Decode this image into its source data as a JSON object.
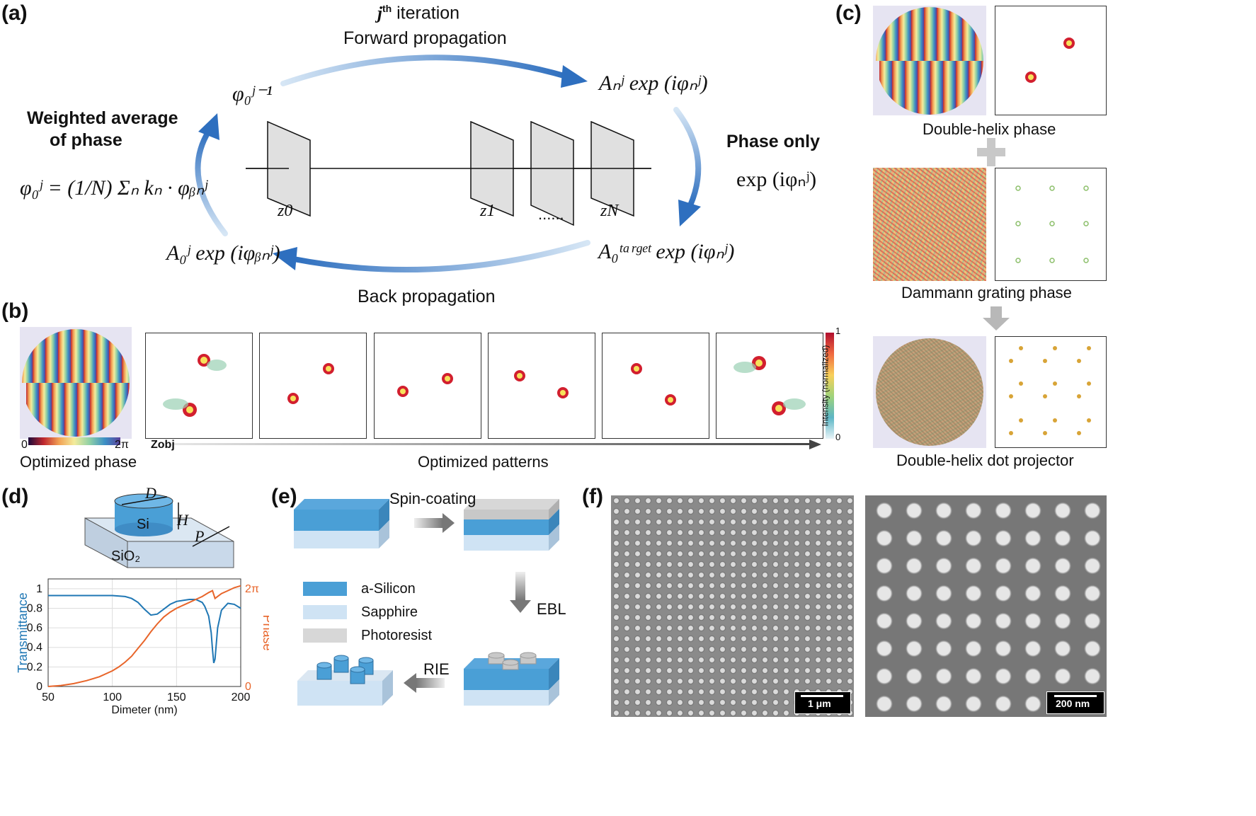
{
  "panel_labels": [
    "(a)",
    "(b)",
    "(c)",
    "(d)",
    "(e)",
    "(f)"
  ],
  "panel_a": {
    "iteration_sup": "th",
    "iteration_j": "j",
    "iteration_word": "iteration",
    "forward": "Forward propagation",
    "back": "Back propagation",
    "weighted_l1": "Weighted average",
    "weighted_l2": "of phase",
    "phase_only": "Phase only",
    "phase_only_expr": "exp (iφₙʲ)",
    "phi_prev": "φ₀ʲ⁻¹",
    "an_expr": "Aₙʲ exp (iφₙʲ)",
    "a0_expr": "A₀ʲ exp (iφᵦₙʲ)",
    "target_expr": "A₀ᵗᵃʳᵍᵉᵗ exp (iφₙʲ)",
    "formula": "φ₀ʲ = (1/N) Σₙ kₙ · φᵦₙʲ",
    "planes": [
      "z0",
      "z1",
      "zN"
    ],
    "dots": "......"
  },
  "panel_b": {
    "cb_min": "0",
    "cb_max": "2π",
    "optimized_phase": "Optimized phase",
    "zobj": "Zobj",
    "optimized_patterns": "Optimized patterns",
    "intensity_label": "Intensity (normalized)",
    "intensity_max": "1",
    "intensity_min": "0"
  },
  "panel_c": {
    "double_helix_phase": "Double-helix phase",
    "dammann": "Dammann grating phase",
    "projector": "Double-helix dot projector"
  },
  "panel_d": {
    "D": "D",
    "H": "H",
    "P": "P",
    "Si": "Si",
    "SiO2": "SiO₂",
    "chart_data": {
      "type": "line",
      "xlabel": "Dimeter (nm)",
      "ylabel_left": "Transmittance",
      "ylabel_right": "Phase",
      "xlim": [
        50,
        200
      ],
      "ylim_left": [
        0,
        1.1
      ],
      "x_ticks": [
        "50",
        "100",
        "150",
        "200"
      ],
      "y_ticks": [
        "0",
        "0.2",
        "0.4",
        "0.6",
        "0.8",
        "1"
      ],
      "y_right_ticks": [
        "0",
        "2π"
      ],
      "grid": true,
      "series": [
        {
          "name": "Transmittance",
          "color": "#1f77b4",
          "x": [
            50,
            60,
            70,
            80,
            90,
            100,
            110,
            115,
            120,
            125,
            130,
            135,
            140,
            145,
            150,
            155,
            160,
            165,
            170,
            172,
            175,
            177,
            178,
            179,
            180,
            182,
            185,
            190,
            195,
            200
          ],
          "y": [
            0.93,
            0.93,
            0.93,
            0.93,
            0.93,
            0.93,
            0.92,
            0.9,
            0.86,
            0.79,
            0.73,
            0.74,
            0.79,
            0.84,
            0.87,
            0.88,
            0.89,
            0.89,
            0.86,
            0.82,
            0.72,
            0.55,
            0.38,
            0.24,
            0.28,
            0.6,
            0.78,
            0.85,
            0.84,
            0.8
          ]
        },
        {
          "name": "Phase",
          "color": "#e8652a",
          "x": [
            50,
            60,
            70,
            80,
            90,
            100,
            105,
            110,
            115,
            120,
            125,
            130,
            135,
            140,
            145,
            150,
            155,
            160,
            165,
            170,
            175,
            178,
            180,
            185,
            190,
            195,
            200
          ],
          "y": [
            0,
            0.01,
            0.03,
            0.06,
            0.1,
            0.16,
            0.2,
            0.25,
            0.31,
            0.39,
            0.47,
            0.56,
            0.64,
            0.71,
            0.76,
            0.8,
            0.83,
            0.86,
            0.89,
            0.92,
            0.96,
            0.98,
            0.9,
            0.95,
            0.98,
            1.01,
            1.03
          ]
        }
      ]
    }
  },
  "panel_e": {
    "spin": "Spin-coating",
    "ebl": "EBL",
    "rie": "RIE",
    "legend": [
      "a-Silicon",
      "Sapphire",
      "Photoresist"
    ],
    "colors": {
      "silicon": "#4a9fd6",
      "sapphire": "#cfe3f4",
      "photoresist": "#d7d7d7"
    }
  },
  "panel_f": {
    "scale_left": "1 μm",
    "scale_right": "200 nm"
  }
}
